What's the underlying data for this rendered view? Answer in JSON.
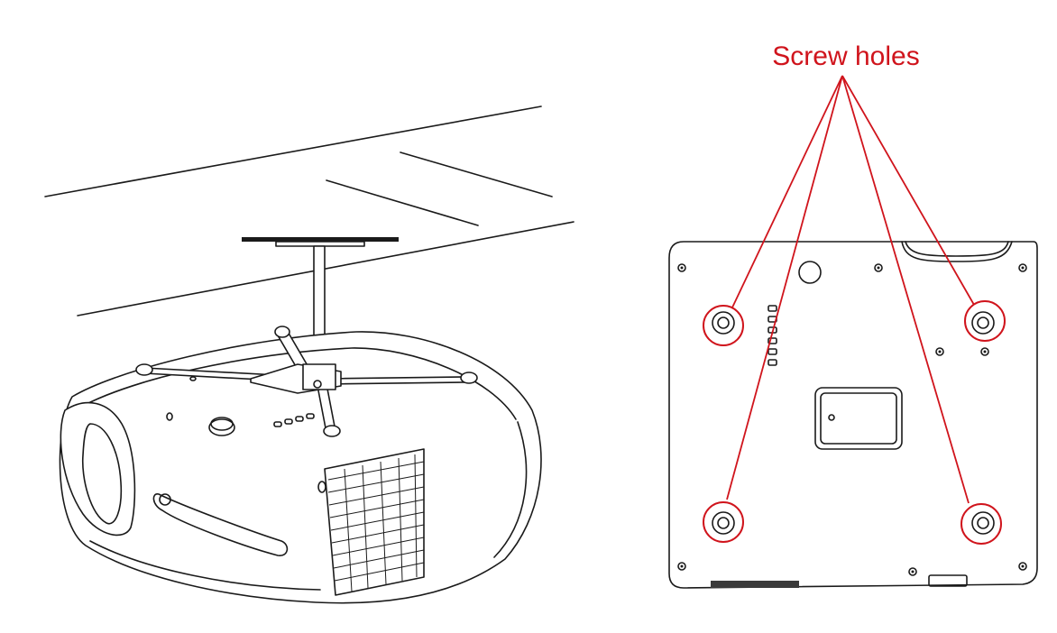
{
  "callout": {
    "label": "Screw holes",
    "color": "#d0141c"
  },
  "icons": [
    "projector-mount-illustration",
    "projector-bottom-view",
    "screw-hole-marker"
  ]
}
